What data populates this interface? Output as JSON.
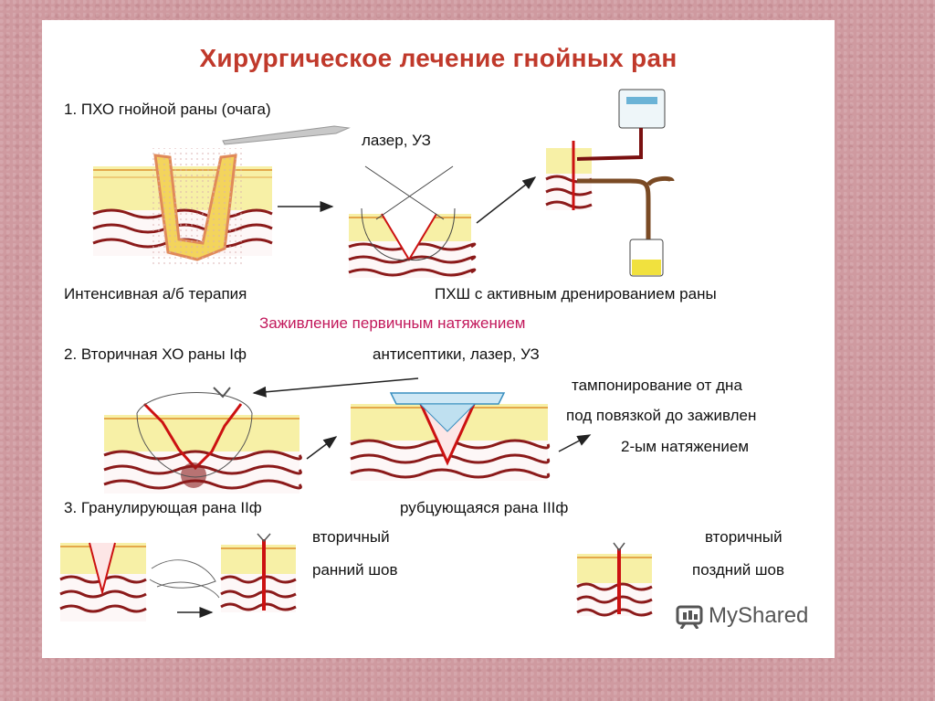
{
  "title": "Хирургическое лечение гнойных ран",
  "labels": {
    "step1": "1.       ПХО  гнойной раны  (очага)",
    "laser_us": "лазер, УЗ",
    "ab_therapy": "Интенсивная а/б терапия",
    "pxsh": "ПХШ с активным дренированием раны",
    "primary_healing": "Заживление первичным натяжением",
    "step2": "2. Вторичная ХО  раны Iф",
    "antiseptics": "антисептики, лазер, УЗ",
    "tamponade_1": "тампонирование  от дна",
    "tamponade_2": "под повязкой до заживлен",
    "tamponade_3": "2-ым натяжением",
    "step3": "3. Гранулирующая рана IIф",
    "scarring": "рубцующаяся   рана   IIIф",
    "secondary_early_1": "вторичный",
    "secondary_early_2": "ранний шов",
    "secondary_late_1": "вторичный",
    "secondary_late_2": "поздний шов"
  },
  "logo": {
    "text": "MyShared",
    "icon": "myshared-logo-icon"
  },
  "colors": {
    "title": "#c0392b",
    "subtitle": "#c2185b",
    "fat": "#f7f0a6",
    "tissue": "#8b1a1a",
    "blood": "#cc1111"
  }
}
